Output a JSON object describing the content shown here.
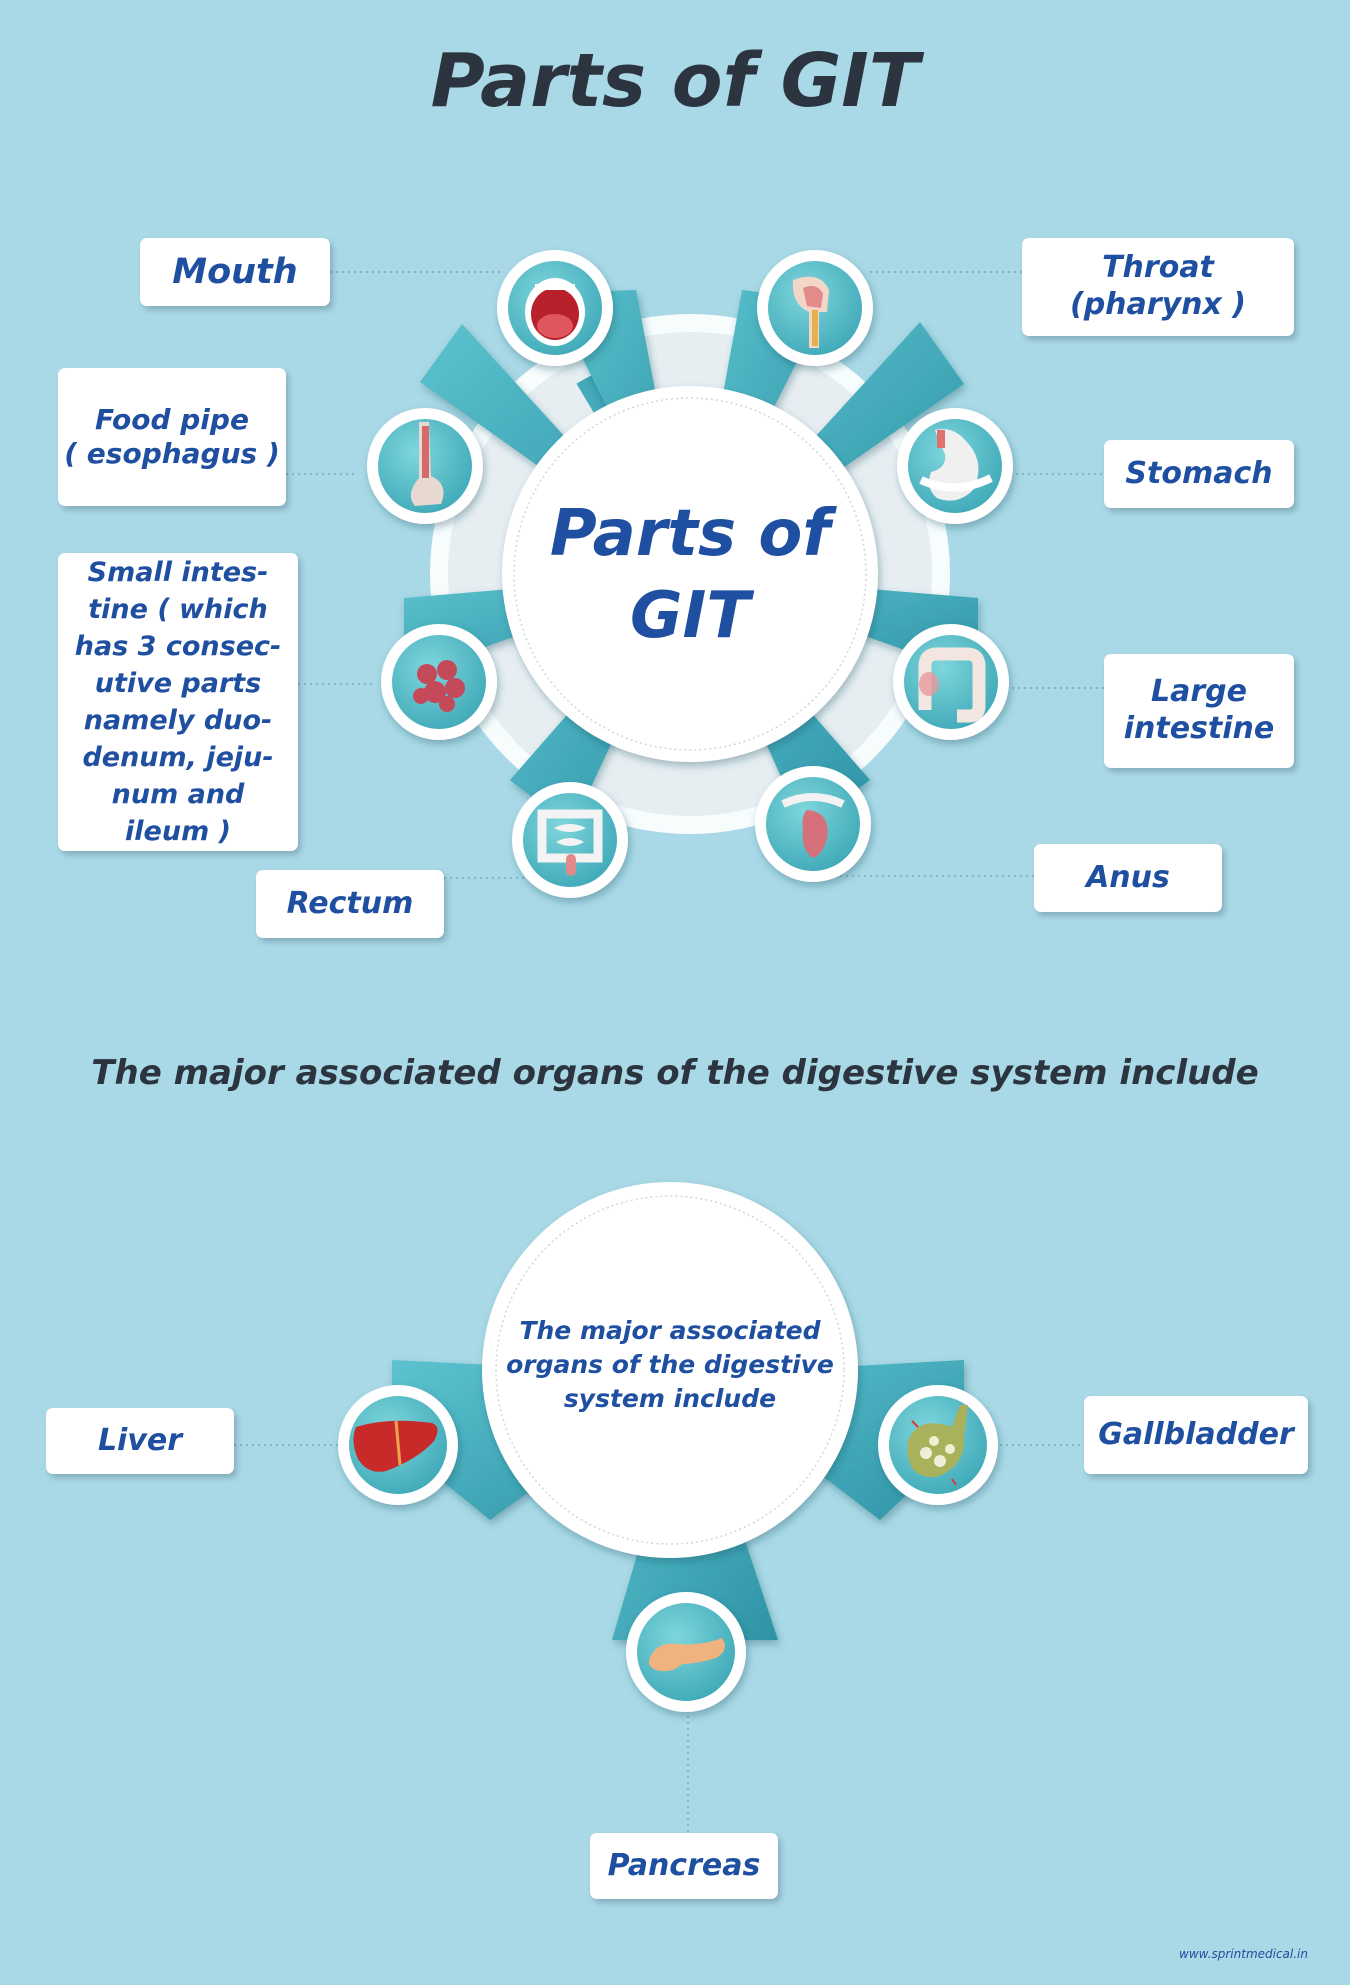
{
  "title": "Parts of GIT",
  "hub": {
    "text": "Parts of\nGIT"
  },
  "parts": [
    {
      "label": "Mouth",
      "icon": "mouth-icon"
    },
    {
      "label": "Throat\n(pharynx )",
      "icon": "throat-icon"
    },
    {
      "label": "Food pipe\n( esophagus )",
      "icon": "esophagus-icon"
    },
    {
      "label": "Stomach",
      "icon": "stomach-icon"
    },
    {
      "label": "Small intes-\ntine ( which\nhas 3 consec-\nutive parts\nnamely duo-\ndenum, jeju-\nnum and\nileum )",
      "icon": "small-intestine-icon"
    },
    {
      "label": "Large\nintestine",
      "icon": "large-intestine-icon"
    },
    {
      "label": "Rectum",
      "icon": "rectum-icon"
    },
    {
      "label": "Anus",
      "icon": "anus-icon"
    }
  ],
  "subtitle": "The major associated organs of the digestive system include",
  "organs_hub": {
    "text": "The major associated\norgans of the digestive\nsystem include"
  },
  "organs": [
    {
      "label": "Liver",
      "icon": "liver-icon"
    },
    {
      "label": "Gallbladder",
      "icon": "gallbladder-icon"
    },
    {
      "label": "Pancreas",
      "icon": "pancreas-icon"
    }
  ],
  "footer": "www.sprintmedical.in",
  "colors": {
    "background": "#a9d9e6",
    "petal": "#4fb3c3",
    "petal_dark": "#2e93a6",
    "icon_bg": "#5cc0c9",
    "text_blue": "#1f4fa0",
    "title_dark": "#2c3440"
  }
}
